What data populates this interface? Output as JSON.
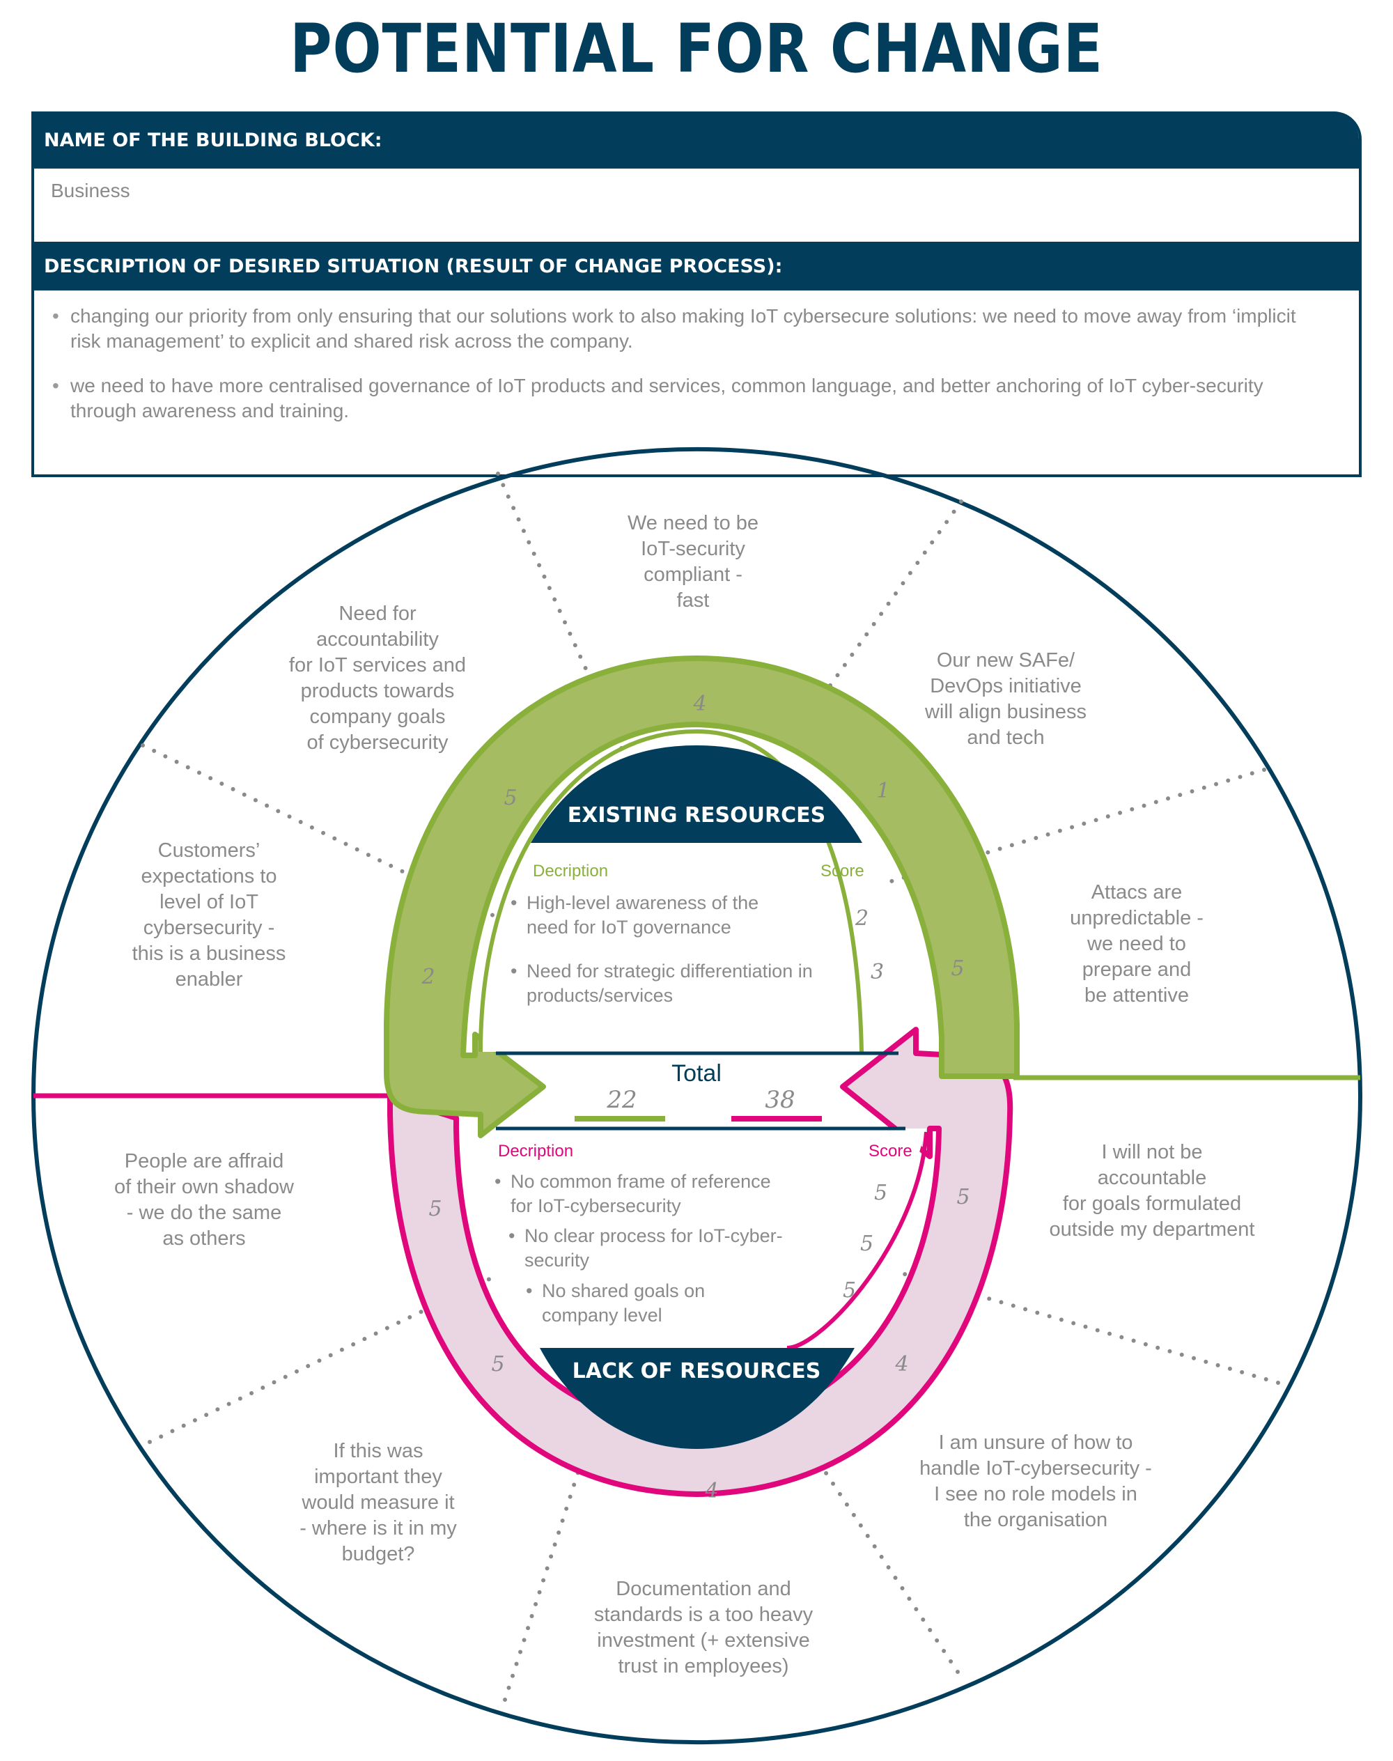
{
  "title": "POTENTIAL FOR CHANGE",
  "form": {
    "name_header": "NAME OF THE BUILDING BLOCK:",
    "name_value": "Business",
    "description_header": "DESCRIPTION OF DESIRED SITUATION (RESULT OF CHANGE PROCESS):",
    "description_bullets": [
      "changing our priority from only ensuring that our solutions work to also making IoT cybersecure solutions: we need to move away from ‘implicit risk management’ to explicit and shared risk across the company.",
      "we need to have more centralised governance of IoT products and services, common language, and better anchoring of IoT cyber-security through awareness and training."
    ]
  },
  "colors": {
    "navy": "#023e5b",
    "green": "#8ab03c",
    "green_fill": "#a6bc63",
    "pink": "#e0077d",
    "pink_fill": "#ead5e2",
    "text_gray": "#8a8a8a"
  },
  "existing_resources": {
    "label": "EXISTING RESOURCES",
    "description_label": "Decription",
    "score_label": "Score",
    "items": [
      {
        "text_lines": [
          "High-level awareness of the",
          "need for IoT governance"
        ],
        "score": "2"
      },
      {
        "text_lines": [
          "Need for strategic differentiation in",
          "products/services"
        ],
        "score": "3"
      }
    ]
  },
  "lack_of_resources": {
    "label": "LACK OF RESOURCES",
    "description_label": "Decription",
    "score_label": "Score",
    "items": [
      {
        "text_lines": [
          "No common frame of reference",
          "for IoT-cybersecurity"
        ],
        "score": "5"
      },
      {
        "text_lines": [
          "No clear process for IoT-cyber-",
          "security"
        ],
        "score": "5"
      },
      {
        "text_lines": [
          "No shared goals on",
          "company level"
        ],
        "score": "5"
      }
    ]
  },
  "total": {
    "label": "Total",
    "existing": "22",
    "lack": "38"
  },
  "driving_forces": [
    {
      "text_lines": [
        "Customers’",
        "expectations to",
        "level of IoT",
        "cybersecurity -",
        "this is a business",
        "enabler"
      ],
      "score": "2"
    },
    {
      "text_lines": [
        "Need for",
        "accountability",
        "for IoT services and",
        "products towards",
        "company goals",
        "of cybersecurity"
      ],
      "score": "5"
    },
    {
      "text_lines": [
        "We need to be",
        "IoT-security",
        "compliant -",
        "fast"
      ],
      "score": "4"
    },
    {
      "text_lines": [
        "Our new SAFe/",
        "DevOps initiative",
        "will align business",
        "and tech"
      ],
      "score": "1"
    },
    {
      "text_lines": [
        "Attacs are",
        "unpredictable -",
        "we need to",
        "prepare  and",
        "be attentive"
      ],
      "score": "5"
    }
  ],
  "restraining_forces": [
    {
      "text_lines": [
        "I will not be",
        "accountable",
        "for goals formulated",
        "outside my department"
      ],
      "score": "5"
    },
    {
      "text_lines": [
        "I am unsure of how to",
        "handle IoT-cybersecurity -",
        "I see no role models in",
        "the organisation"
      ],
      "score": "4"
    },
    {
      "text_lines": [
        "Documentation and",
        "standards is a too heavy",
        "investment  (+ extensive",
        "trust in employees)"
      ],
      "score": "4"
    },
    {
      "text_lines": [
        "If this was",
        "important they",
        "would measure it",
        "- where is it in my",
        "budget?"
      ],
      "score": "5"
    },
    {
      "text_lines": [
        "People are affraid",
        "of their own shadow",
        "- we do the same",
        "as others"
      ],
      "score": "5"
    }
  ]
}
